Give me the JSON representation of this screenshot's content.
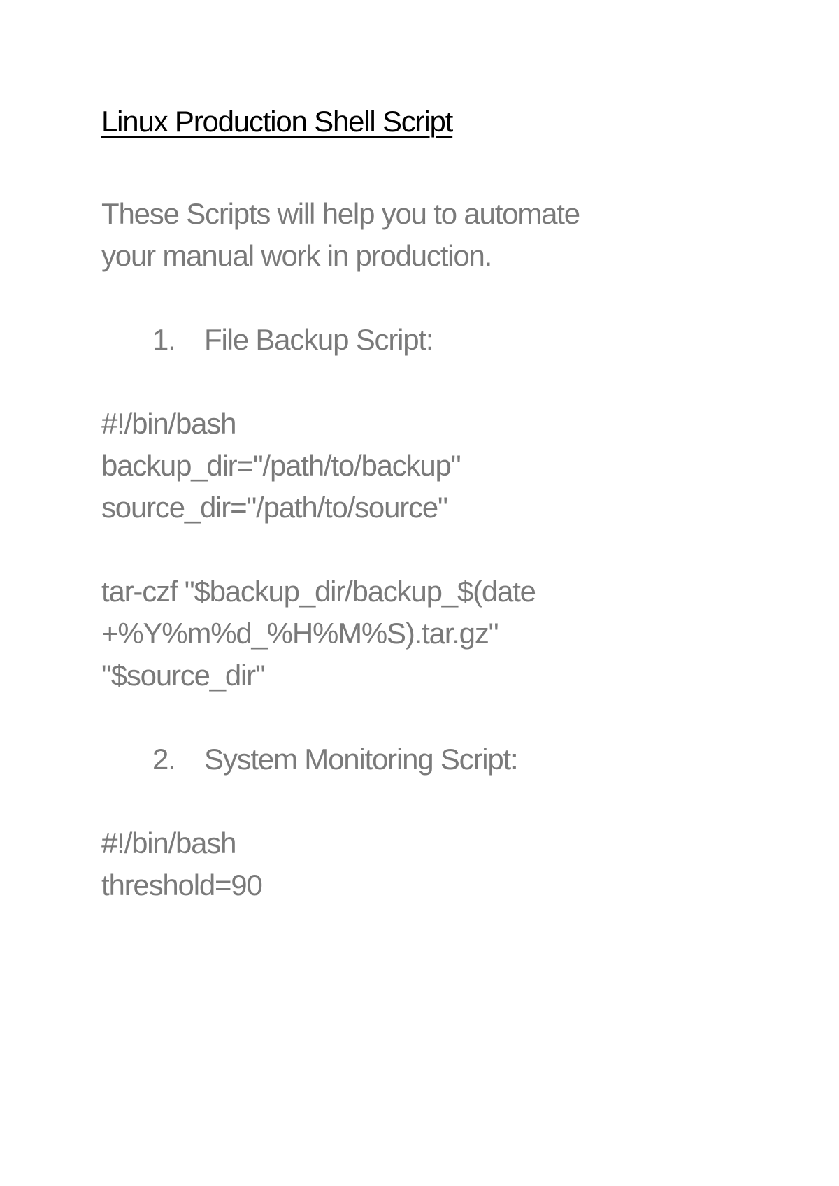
{
  "document": {
    "title": "Linux Production Shell Script",
    "intro": [
      "These Scripts will help you to automate",
      "your manual work in production."
    ],
    "sections": [
      {
        "number": "1.",
        "heading": "File Backup Script:",
        "code_block_1": [
          "#!/bin/bash",
          "backup_dir=\"/path/to/backup\"",
          "source_dir=\"/path/to/source\""
        ],
        "code_block_2": [
          "tar-czf \"$backup_dir/backup_$(date",
          "+%Y%m%d_%H%M%S).tar.gz\"",
          "\"$source_dir\""
        ]
      },
      {
        "number": "2.",
        "heading": "System Monitoring Script:",
        "code_block_1": [
          "#!/bin/bash",
          "threshold=90"
        ]
      }
    ]
  },
  "colors": {
    "title": "#000000",
    "body_text": "#7a7a7a",
    "background": "#ffffff"
  }
}
